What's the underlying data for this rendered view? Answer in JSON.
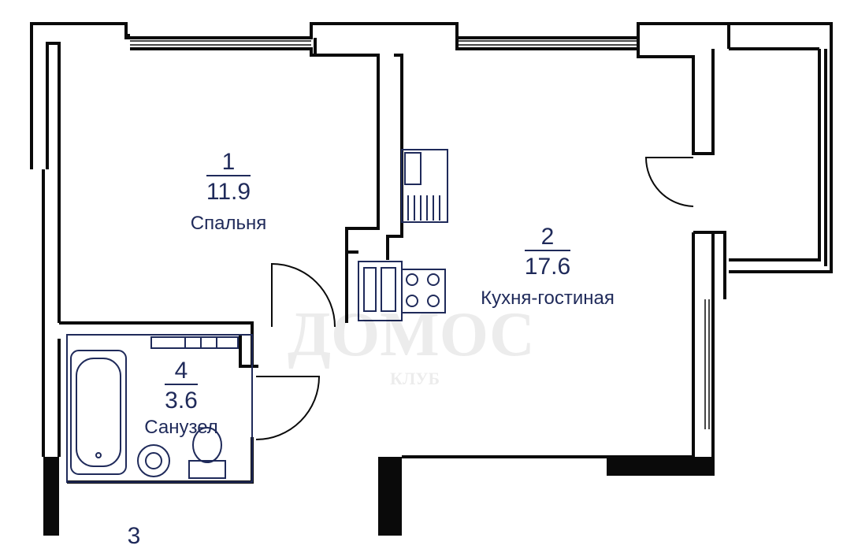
{
  "rooms": [
    {
      "number": "1",
      "area": "11.9",
      "name": "Спальня"
    },
    {
      "number": "2",
      "area": "17.6",
      "name": "Кухня-гостиная"
    },
    {
      "number": "4",
      "area": "3.6",
      "name": "Санузел"
    },
    {
      "number": "3",
      "area": "",
      "name": ""
    }
  ],
  "watermark": {
    "main": "ДОМОС",
    "sub": "КЛУБ"
  },
  "colors": {
    "wall": "#0a0a0a",
    "fixture": "#1f2a5a",
    "text": "#1f2a5a"
  }
}
